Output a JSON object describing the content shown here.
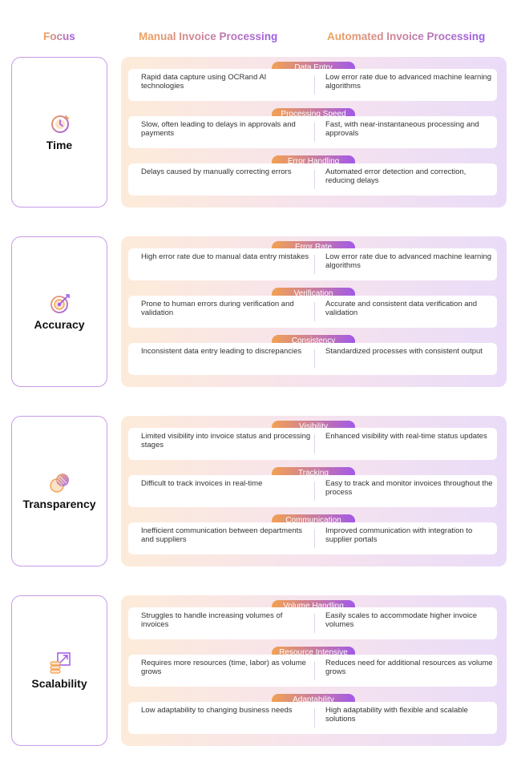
{
  "headers": {
    "focus": "Focus",
    "manual": "Manual Invoice Processing",
    "automated": "Automated Invoice Processing"
  },
  "sections": [
    {
      "focus": "Time",
      "rows": [
        {
          "label": "Data Entry",
          "manual": "Rapid data capture using OCRand AI technologies",
          "automated": "Low error rate due to advanced machine learning algorithms"
        },
        {
          "label": "Processing Speed",
          "manual": "Slow, often leading to delays in approvals and payments",
          "automated": "Fast, with near-instantaneous processing and approvals"
        },
        {
          "label": "Error Handling",
          "manual": "Delays caused by manually correcting errors",
          "automated": "Automated error detection and correction, reducing delays"
        }
      ]
    },
    {
      "focus": "Accuracy",
      "rows": [
        {
          "label": "Error Rate",
          "manual": "High error rate due to manual data entry mistakes",
          "automated": "Low error rate due to advanced machine learning algorithms"
        },
        {
          "label": "Verification",
          "manual": "Prone to human errors during verification and validation",
          "automated": "Accurate and consistent data verification and validation"
        },
        {
          "label": "Consistency",
          "manual": "Inconsistent data entry leading to discrepancies",
          "automated": "Standardized processes with consistent output"
        }
      ]
    },
    {
      "focus": "Transparency",
      "rows": [
        {
          "label": "Visibility",
          "manual": "Limited visibility into invoice status and processing stages",
          "automated": "Enhanced visibility with real-time status updates"
        },
        {
          "label": "Tracking",
          "manual": "Difficult to track invoices in real-time",
          "automated": "Easy to track and monitor invoices throughout the process"
        },
        {
          "label": "Communication",
          "manual": "Inefficient communication between departments and suppliers",
          "automated": "Improved communication with integration to supplier portals"
        }
      ]
    },
    {
      "focus": "Scalability",
      "rows": [
        {
          "label": "Volume Handling",
          "manual": "Struggles to handle increasing volumes of invoices",
          "automated": "Easily scales to accommodate higher invoice volumes"
        },
        {
          "label": "Resource Intensive",
          "manual": "Requires more resources (time, labor) as volume grows",
          "automated": "Reduces need for additional resources as volume grows"
        },
        {
          "label": "Adaptability",
          "manual": "Low adaptability to changing business needs",
          "automated": "High adaptability with flexible and scalable solutions"
        }
      ]
    }
  ],
  "icons": [
    "clock-icon",
    "target-icon",
    "transparency-icon",
    "scalability-icon"
  ],
  "colors": {
    "orange": "#f2a153",
    "purple": "#a259e8"
  }
}
